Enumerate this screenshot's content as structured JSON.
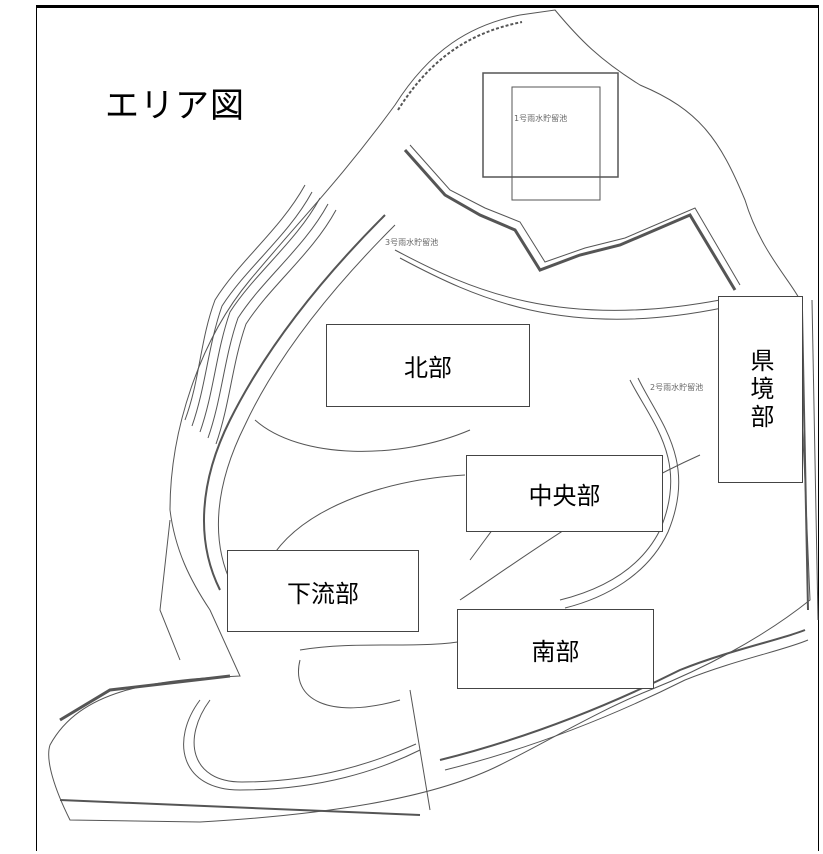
{
  "title": "エリア図",
  "areas": {
    "north": "北部",
    "central": "中央部",
    "downstream": "下流部",
    "south": "南部",
    "prefecture_border": "県境部"
  },
  "ponds": {
    "pond1": "1号雨水貯留池",
    "pond2": "2号雨水貯留池",
    "pond3": "3号雨水貯留池"
  }
}
